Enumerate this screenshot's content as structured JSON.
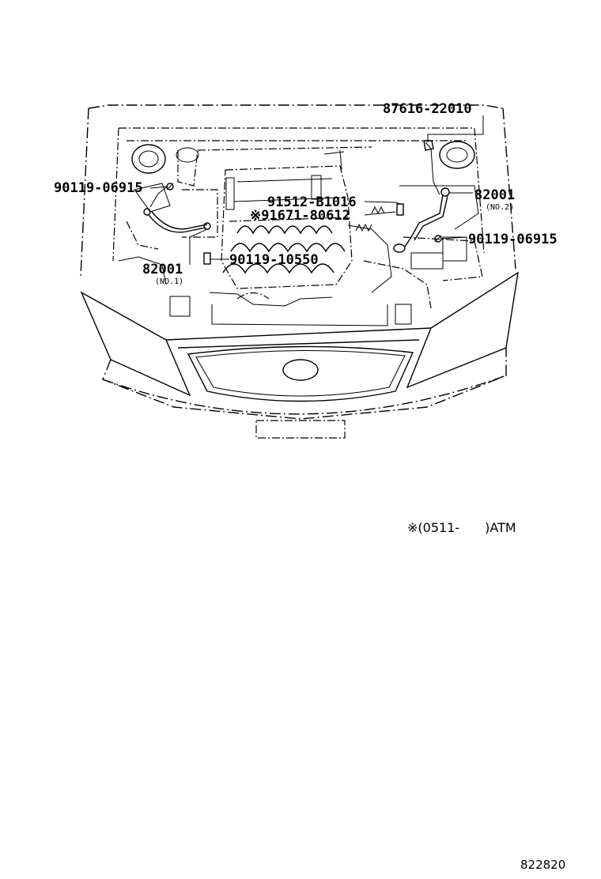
{
  "callouts": {
    "p87616": "87616-22010",
    "p90119_left": "90119-06915",
    "p91512": "91512-B1016",
    "p91671": "※91671-80612",
    "p82001_right": "82001",
    "p82001_right_sub": "(NO.2)",
    "p90119_right": "90119-06915",
    "p82001_left": "82001",
    "p82001_left_sub": "(NO.1)",
    "p90119_10550": "90119-10550"
  },
  "footnote": "※(0511-　　)ATM",
  "figure_id": "822820"
}
